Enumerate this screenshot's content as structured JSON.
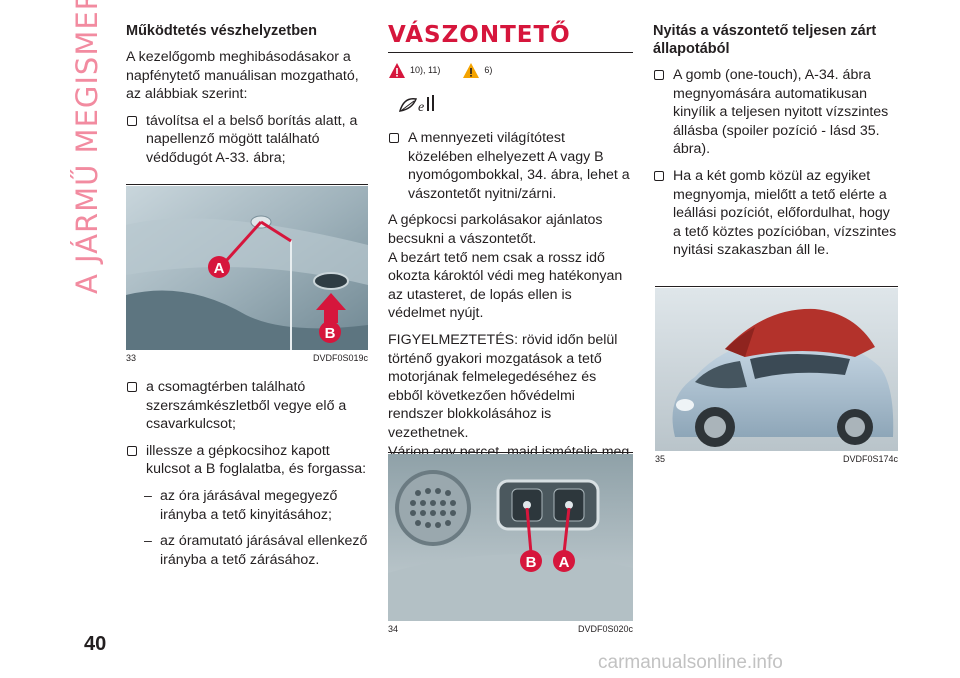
{
  "side_title": "A JÁRMŰ MEGISMERÉSE",
  "page_number": "40",
  "col1": {
    "heading": "Működtetés vészhelyzetben",
    "intro": "A kezelőgomb meghibásodásakor a napfénytető manuálisan mozgatható, az alábbiak szerint:",
    "bullet1": "távolítsa el a belső borítás alatt, a napellenző mögött található védődugót A-33. ábra;",
    "bullet2": "a csomagtérben található szerszámkészletből vegye elő a csavarkulcsot;",
    "bullet3": "illessze a gépkocsihoz kapott kulcsot a B foglalatba, és forgassa:",
    "dash1": "az óra járásával megegyező irányba a tető kinyitásához;",
    "dash2": "az óramutató járásával ellenkező irányba a tető zárásához."
  },
  "fig33": {
    "number": "33",
    "code": "DVDF0S019c",
    "label_a": "A",
    "label_b": "B"
  },
  "col2": {
    "section_title": "VÁSZONTETŐ",
    "warn_ref1": "10), 11)",
    "warn_ref2": "6)",
    "bullet1": "A mennyezeti világítótest közelében elhelyezett A vagy B nyomógombokkal, 34. ábra, lehet a vászontetőt nyitni/zárni.",
    "para1": "A gépkocsi parkolásakor ajánlatos becsukni a vászontetőt.\nA bezárt tető nem csak a rossz idő okozta károktól védi meg hatékonyan az utasteret, de lopás ellen is védelmet nyújt.",
    "para2": "FIGYELMEZTETÉS: rövid időn belül történő gyakori mozgatások a tető motorjának felmelegedéséhez és ebből következően hővédelmi rendszer blokkolásához is vezethetnek.\nVárjon egy percet, majd ismételje meg a vezérlést."
  },
  "fig34": {
    "number": "34",
    "code": "DVDF0S020c",
    "label_a": "A",
    "label_b": "B"
  },
  "col3": {
    "heading": "Nyitás a vászontető teljesen zárt állapotából",
    "bullet1": "A gomb (one-touch), A-34. ábra megnyomására automatikusan kinyílik a teljesen nyitott vízszintes állásba (spoiler pozíció - lásd 35. ábra).",
    "bullet2": "Ha a két gomb közül az egyiket megnyomja, mielőtt a tető elérte a leállási pozíciót, előfordulhat, hogy a tető köztes pozícióban, vízszintes nyitási szakaszban áll le."
  },
  "fig35": {
    "number": "35",
    "code": "DVDF0S174c"
  },
  "watermark": "carmanualsonline.info",
  "colors": {
    "accent_red": "#d6163c",
    "side_pink": "#f28ba0",
    "text": "#231f20"
  }
}
